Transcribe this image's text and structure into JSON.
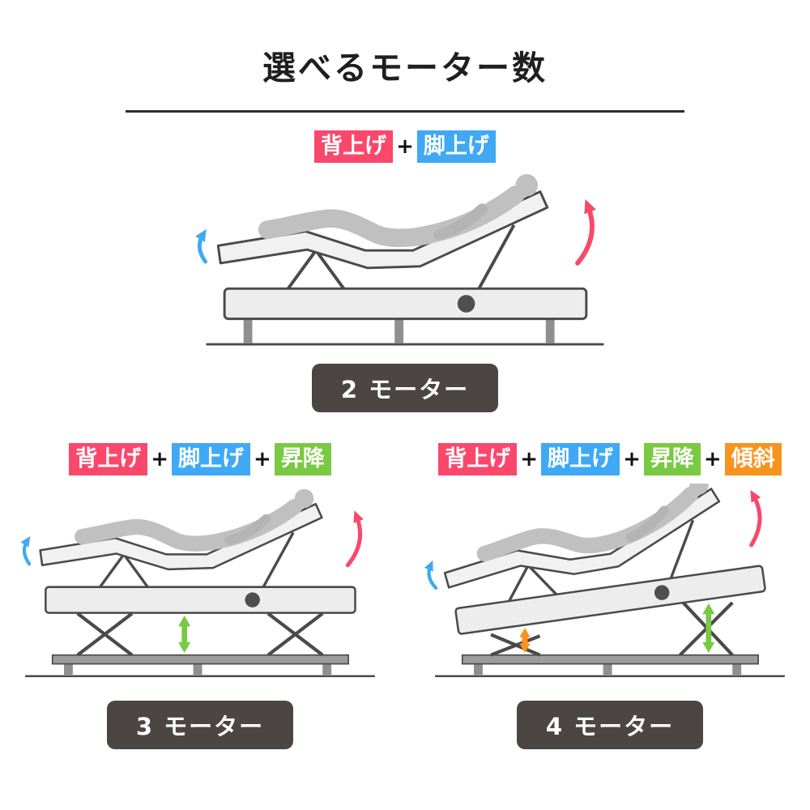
{
  "page": {
    "title": "選べるモーター数"
  },
  "plus": "+",
  "colors": {
    "back_raise": "#F9486C",
    "leg_raise": "#3FA9F5",
    "lift": "#7AC943",
    "tilt": "#F7941E",
    "badge_bg": "#4B4643",
    "outline": "#4A4A4A",
    "bed_fill": "#F1F1F1",
    "person": "#C0C0C0"
  },
  "sections": [
    {
      "badge": "2 モーター",
      "features": [
        {
          "label": "背上げ",
          "color": "#F9486C"
        },
        {
          "label": "脚上げ",
          "color": "#3FA9F5"
        }
      ]
    },
    {
      "badge": "3 モーター",
      "features": [
        {
          "label": "背上げ",
          "color": "#F9486C"
        },
        {
          "label": "脚上げ",
          "color": "#3FA9F5"
        },
        {
          "label": "昇降",
          "color": "#7AC943"
        }
      ]
    },
    {
      "badge": "4 モーター",
      "features": [
        {
          "label": "背上げ",
          "color": "#F9486C"
        },
        {
          "label": "脚上げ",
          "color": "#3FA9F5"
        },
        {
          "label": "昇降",
          "color": "#7AC943"
        },
        {
          "label": "傾斜",
          "color": "#F7941E"
        }
      ]
    }
  ]
}
